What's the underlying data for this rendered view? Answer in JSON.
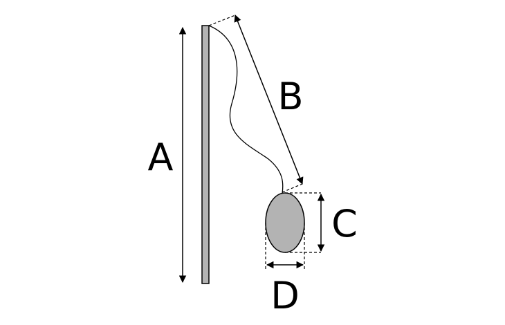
{
  "labels": {
    "a": "A",
    "b": "B",
    "c": "C",
    "d": "D"
  },
  "colors": {
    "stroke": "#000000",
    "fill_gray": "#b3b3b3",
    "background": "#ffffff"
  }
}
